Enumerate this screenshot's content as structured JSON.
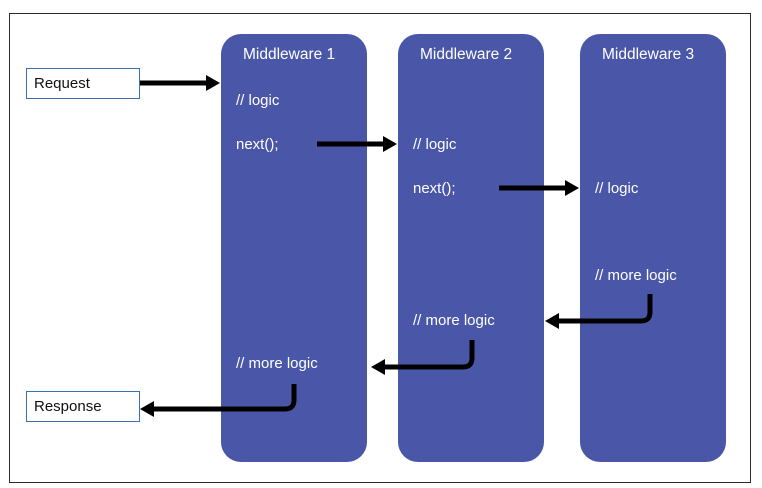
{
  "nodes": {
    "request": "Request",
    "response": "Response"
  },
  "middlewares": [
    {
      "title": "Middleware 1",
      "logic": "// logic",
      "next": "next();",
      "more_logic": "// more logic"
    },
    {
      "title": "Middleware 2",
      "logic": "// logic",
      "next": "next();",
      "more_logic": "// more logic"
    },
    {
      "title": "Middleware 3",
      "logic": "// logic",
      "more_logic": "// more logic"
    }
  ],
  "colors": {
    "panel_fill": "#4a57a8",
    "arrow": "#000000",
    "box_border": "#3a6fb5",
    "frame_border": "#2b2b2b"
  }
}
